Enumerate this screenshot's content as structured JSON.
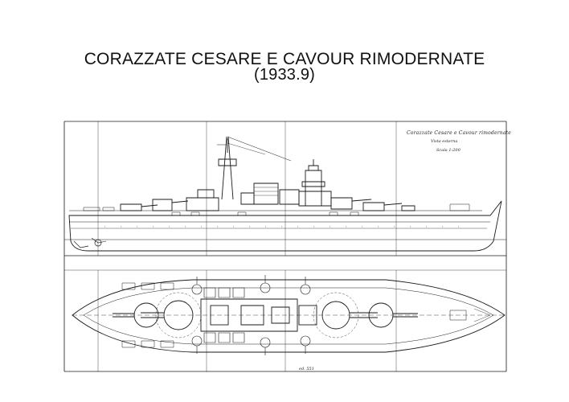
{
  "title": {
    "line1": "CORAZZATE CESARE E CAVOUR RIMODERNATE",
    "line2": "(1933.9)"
  },
  "drawing": {
    "sheet_caption": "Corazzate Cesare e Cavour rimodernate",
    "view_label": "Vista esterna",
    "scale_label": "Scala 1:200",
    "corner_note": "ed. 551"
  },
  "colors": {
    "ink": "#1a1a1a",
    "paper": "#ffffff"
  }
}
